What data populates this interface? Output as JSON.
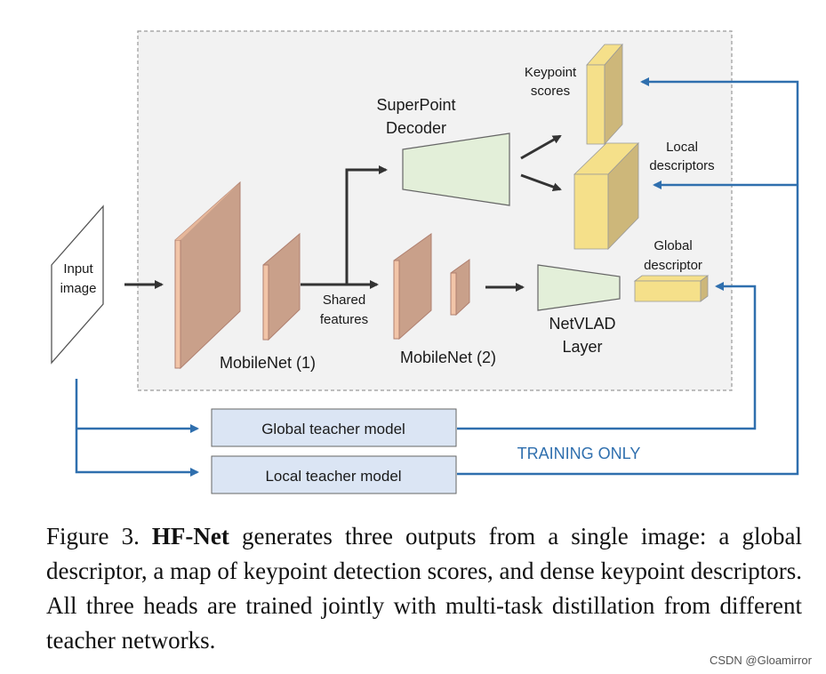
{
  "diagram": {
    "input_label_1": "Input",
    "input_label_2": "image",
    "mobilenet1": "MobileNet (1)",
    "mobilenet2": "MobileNet (2)",
    "shared_1": "Shared",
    "shared_2": "features",
    "superpoint_1": "SuperPoint",
    "superpoint_2": "Decoder",
    "netvlad_1": "NetVLAD",
    "netvlad_2": "Layer",
    "keypoint_1": "Keypoint",
    "keypoint_2": "scores",
    "local_1": "Local",
    "local_2": "descriptors",
    "global_1": "Global",
    "global_2": "descriptor",
    "global_teacher": "Global teacher model",
    "local_teacher": "Local teacher model",
    "training_only": "TRAINING ONLY"
  },
  "colors": {
    "mobilenet_face": "#c9a08a",
    "mobilenet_side": "#f2c5a8",
    "decoder_fill": "#e3efd9",
    "keypoint_face": "#cdb77a",
    "keypoint_side": "#f5e08a",
    "local_face": "#f5e08a",
    "local_side": "#cdb77a",
    "teacher_fill": "#dbe5f4",
    "training_line": "#2f6fae",
    "panel_bg": "#f2f2f2"
  },
  "caption": {
    "prefix": "Figure 3. ",
    "bold": "HF-Net",
    "text": " generates three outputs from a single image: a global descriptor, a map of keypoint detection scores, and dense keypoint descriptors. All three heads are trained jointly with multi-task distillation from different teacher networks."
  },
  "watermark": "CSDN @Gloamirror"
}
